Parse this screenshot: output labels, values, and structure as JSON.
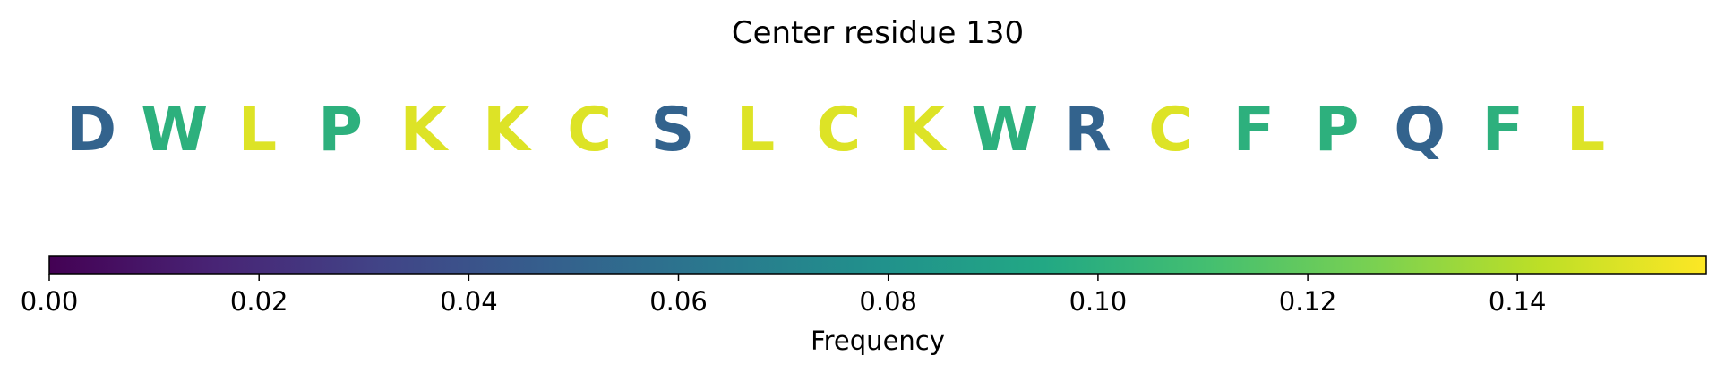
{
  "chart_data": {
    "type": "sequence-logo",
    "title": "Center residue 130",
    "residues": [
      {
        "letter": "D",
        "frequency": 0.05
      },
      {
        "letter": "W",
        "frequency": 0.1
      },
      {
        "letter": "L",
        "frequency": 0.15
      },
      {
        "letter": "P",
        "frequency": 0.1
      },
      {
        "letter": "K",
        "frequency": 0.15
      },
      {
        "letter": "K",
        "frequency": 0.15
      },
      {
        "letter": "C",
        "frequency": 0.15
      },
      {
        "letter": "S",
        "frequency": 0.05
      },
      {
        "letter": "L",
        "frequency": 0.15
      },
      {
        "letter": "C",
        "frequency": 0.15
      },
      {
        "letter": "K",
        "frequency": 0.15
      },
      {
        "letter": "W",
        "frequency": 0.1
      },
      {
        "letter": "R",
        "frequency": 0.05
      },
      {
        "letter": "C",
        "frequency": 0.15
      },
      {
        "letter": "F",
        "frequency": 0.1
      },
      {
        "letter": "P",
        "frequency": 0.1
      },
      {
        "letter": "Q",
        "frequency": 0.05
      },
      {
        "letter": "F",
        "frequency": 0.1
      },
      {
        "letter": "L",
        "frequency": 0.15
      }
    ],
    "colorbar": {
      "label": "Frequency",
      "colormap": "viridis",
      "range": [
        0,
        0.158
      ],
      "ticks": [
        "0.00",
        "0.02",
        "0.04",
        "0.06",
        "0.08",
        "0.10",
        "0.12",
        "0.14"
      ],
      "tick_values": [
        0,
        0.02,
        0.04,
        0.06,
        0.08,
        0.1,
        0.12,
        0.14
      ]
    }
  }
}
